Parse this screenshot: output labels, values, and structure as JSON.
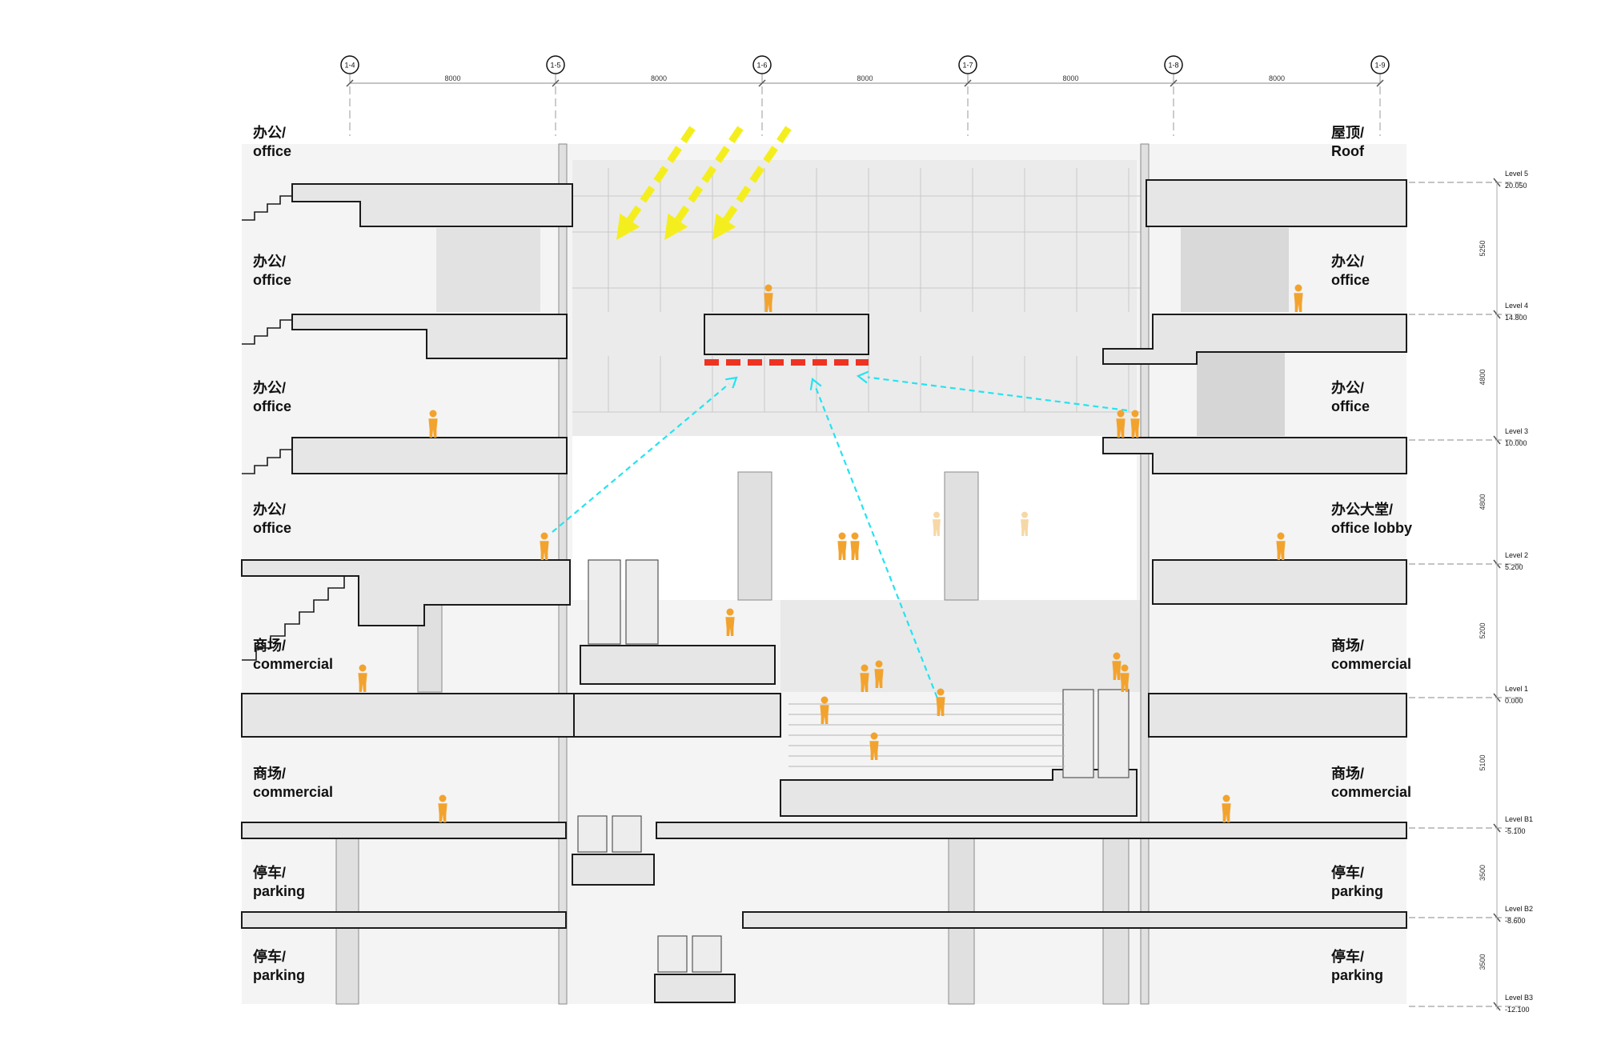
{
  "grid": {
    "axes": [
      "1-4",
      "1-5",
      "1-6",
      "1-7",
      "1-8",
      "1-9"
    ],
    "spacings": [
      "8000",
      "8000",
      "8000",
      "8000",
      "8000"
    ]
  },
  "levels": [
    {
      "name": "Level 5",
      "elevation": "20.050"
    },
    {
      "name": "Level 4",
      "elevation": "14.800"
    },
    {
      "name": "Level 3",
      "elevation": "10.000"
    },
    {
      "name": "Level 2",
      "elevation": "5.200"
    },
    {
      "name": "Level 1",
      "elevation": "0.000"
    },
    {
      "name": "Level B1",
      "elevation": "-5.100"
    },
    {
      "name": "Level B2",
      "elevation": "-8.600"
    },
    {
      "name": "Level B3",
      "elevation": "-12.100"
    }
  ],
  "heights": [
    "5250",
    "4800",
    "4800",
    "5200",
    "5100",
    "3500",
    "3500"
  ],
  "left_labels": [
    {
      "cn": "办公/",
      "en": "office"
    },
    {
      "cn": "办公/",
      "en": "office"
    },
    {
      "cn": "办公/",
      "en": "office"
    },
    {
      "cn": "办公/",
      "en": "office"
    },
    {
      "cn": "商场/",
      "en": "commercial"
    },
    {
      "cn": "商场/",
      "en": "commercial"
    },
    {
      "cn": "停车/",
      "en": "parking"
    },
    {
      "cn": "停车/",
      "en": "parking"
    }
  ],
  "right_labels": [
    {
      "cn": "屋顶/",
      "en": "Roof"
    },
    {
      "cn": "办公/",
      "en": "office"
    },
    {
      "cn": "办公/",
      "en": "office"
    },
    {
      "cn": "办公大堂/",
      "en": "office lobby"
    },
    {
      "cn": "商场/",
      "en": "commercial"
    },
    {
      "cn": "商场/",
      "en": "commercial"
    },
    {
      "cn": "停车/",
      "en": "parking"
    },
    {
      "cn": "停车/",
      "en": "parking"
    }
  ],
  "colors": {
    "sunlight": "#f5ee1f",
    "sightline": "#22e4f0",
    "shading": "#ee3322",
    "people": "#f2a32e",
    "slab": "#e6e6e6",
    "line": "#222222"
  }
}
